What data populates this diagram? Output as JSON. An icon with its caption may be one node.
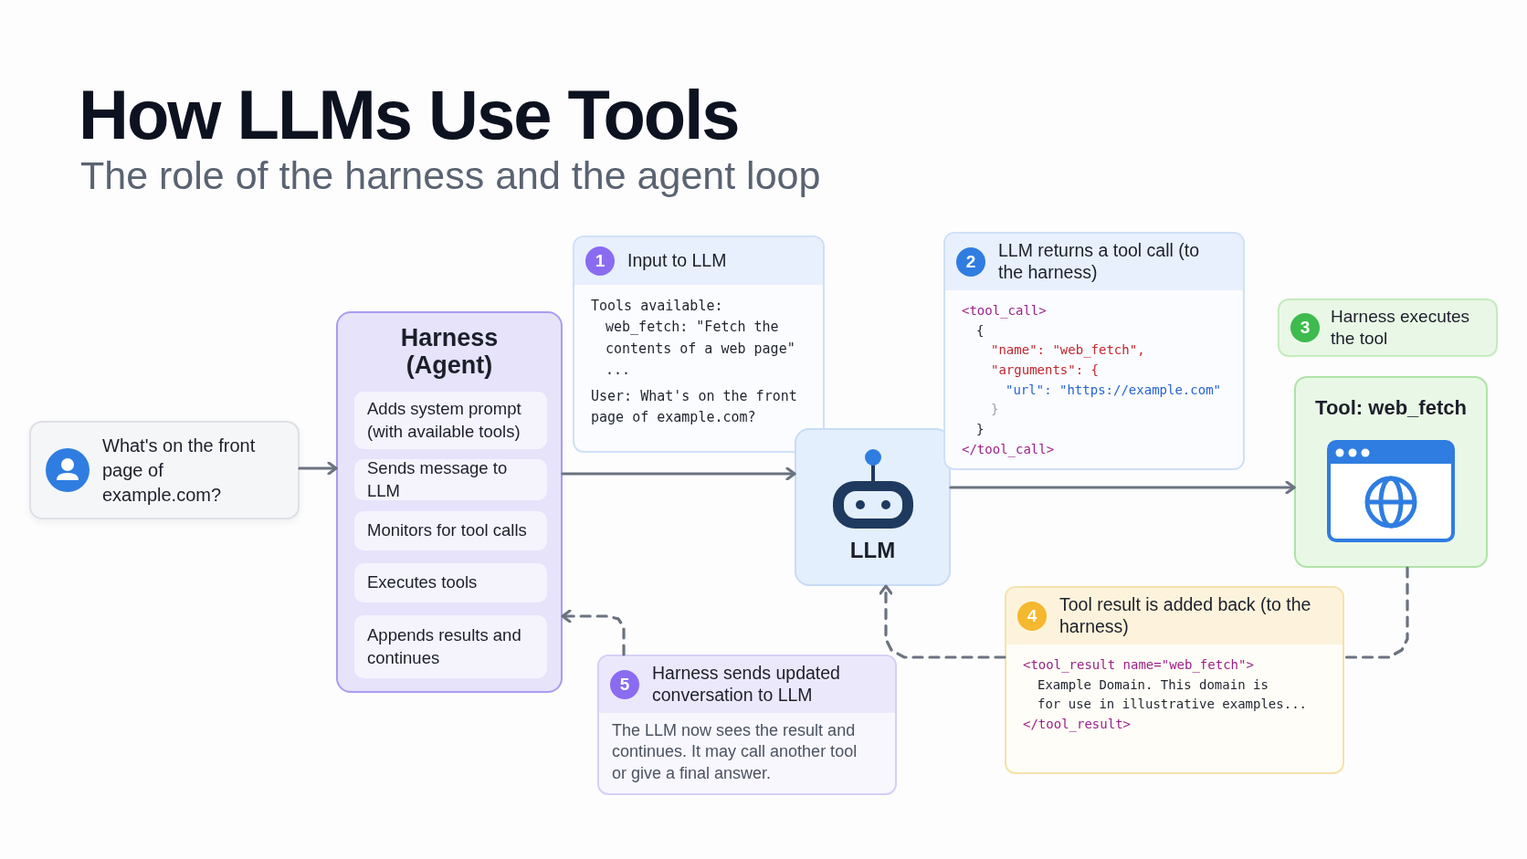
{
  "diagram": {
    "title": "How LLMs Use Tools",
    "nodes": [
      {
        "text": [
          "What's on the front page of example.com?"
        ]
      },
      {
        "text": [
          "Harness (Agent)"
        ]
      },
      {
        "text": [
          "Adds system prompt (with available tools)"
        ],
        "in": 1
      },
      {
        "text": [
          "Sends message to LLM"
        ],
        "in": 1
      },
      {
        "text": [
          "Monitors for tool calls"
        ],
        "in": 1
      },
      {
        "text": [
          "Executes tools"
        ],
        "in": 1
      },
      {
        "text": [
          "Appends results and continues"
        ],
        "in": 1
      },
      {
        "text": [
          "1",
          "Input to LLM",
          "Tools available:",
          "web_fetch: \"Fetch the contents of a web page\"",
          "...",
          "User: What's on the front page of example.com?"
        ]
      },
      {
        "text": [
          "LLM"
        ]
      },
      {
        "text": [
          "2",
          "LLM returns a tool call (to the harness)",
          "<tool_call>",
          "{",
          "\"name\": \"web_fetch\",",
          "\"arguments\": {",
          "\"url\": \"https://example.com\"",
          "}",
          "}",
          "</tool_call>"
        ]
      },
      {
        "text": [
          "3",
          "Harness executes the tool"
        ]
      },
      {
        "text": [
          "Tool: web_fetch"
        ]
      },
      {
        "text": [
          "4",
          "Tool result is added back (to the harness)",
          "<tool_result name=\"web_fetch\">",
          "Example Domain. This domain is",
          "for use in illustrative examples...",
          "</tool_result>"
        ]
      },
      {
        "text": [
          "5",
          "Harness sends updated conversation to LLM",
          "The LLM now sees the result and continues. It may call another tool or give a final answer."
        ]
      }
    ],
    "edges": [
      {
        "from": 0,
        "to": 1,
        "arrow": "to"
      },
      {
        "from": 1,
        "to": 8,
        "arrow": "to"
      },
      {
        "from": 8,
        "to": 11,
        "arrow": "to"
      },
      {
        "from": 11,
        "to": 12,
        "arrow": "none",
        "style": "dashed"
      },
      {
        "from": 12,
        "to": 8,
        "arrow": "to",
        "style": "dashed"
      },
      {
        "from": 13,
        "to": 1,
        "arrow": "to",
        "style": "dashed"
      }
    ],
    "labels": [
      "The role of the harness and the agent loop"
    ]
  }
}
